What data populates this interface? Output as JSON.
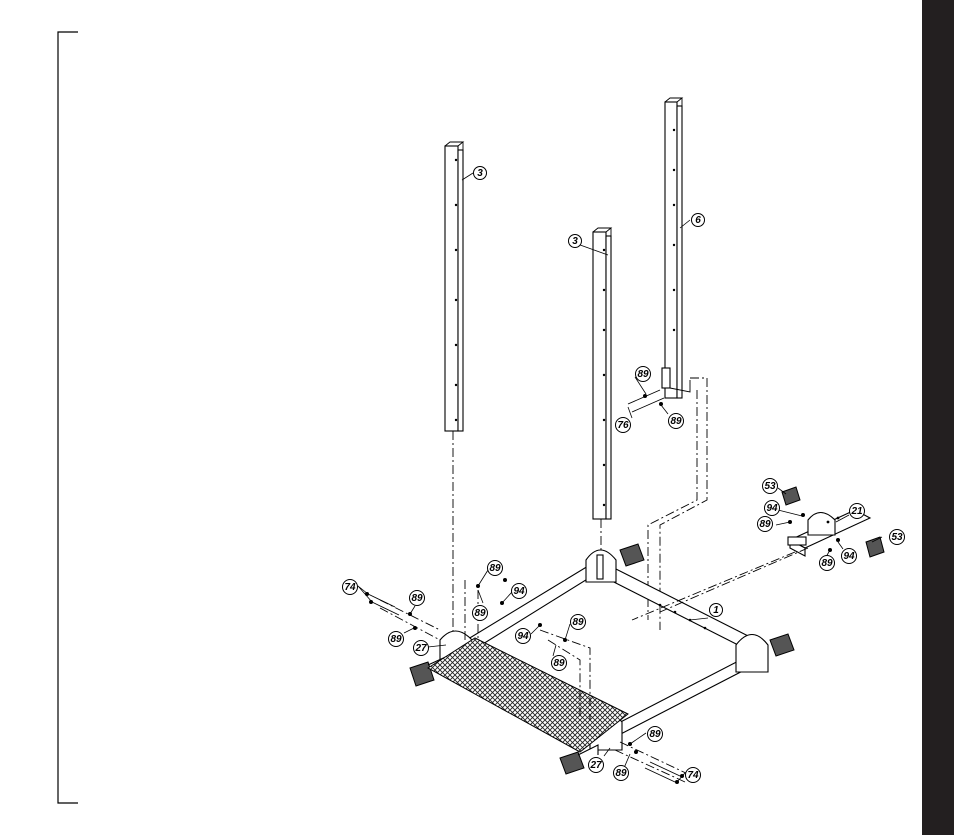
{
  "callouts": [
    {
      "label": "3"
    },
    {
      "label": "3"
    },
    {
      "label": "6"
    },
    {
      "label": "89"
    },
    {
      "label": "76"
    },
    {
      "label": "89"
    },
    {
      "label": "53"
    },
    {
      "label": "94"
    },
    {
      "label": "21"
    },
    {
      "label": "89"
    },
    {
      "label": "53"
    },
    {
      "label": "89"
    },
    {
      "label": "94"
    },
    {
      "label": "1"
    },
    {
      "label": "74"
    },
    {
      "label": "89"
    },
    {
      "label": "89"
    },
    {
      "label": "27"
    },
    {
      "label": "89"
    },
    {
      "label": "94"
    },
    {
      "label": "89"
    },
    {
      "label": "94"
    },
    {
      "label": "89"
    },
    {
      "label": "89"
    },
    {
      "label": "89"
    },
    {
      "label": "27"
    },
    {
      "label": "89"
    },
    {
      "label": "74"
    }
  ],
  "colors": {
    "line": "#000000",
    "edge_bar": "#231f20",
    "background": "#ffffff"
  }
}
